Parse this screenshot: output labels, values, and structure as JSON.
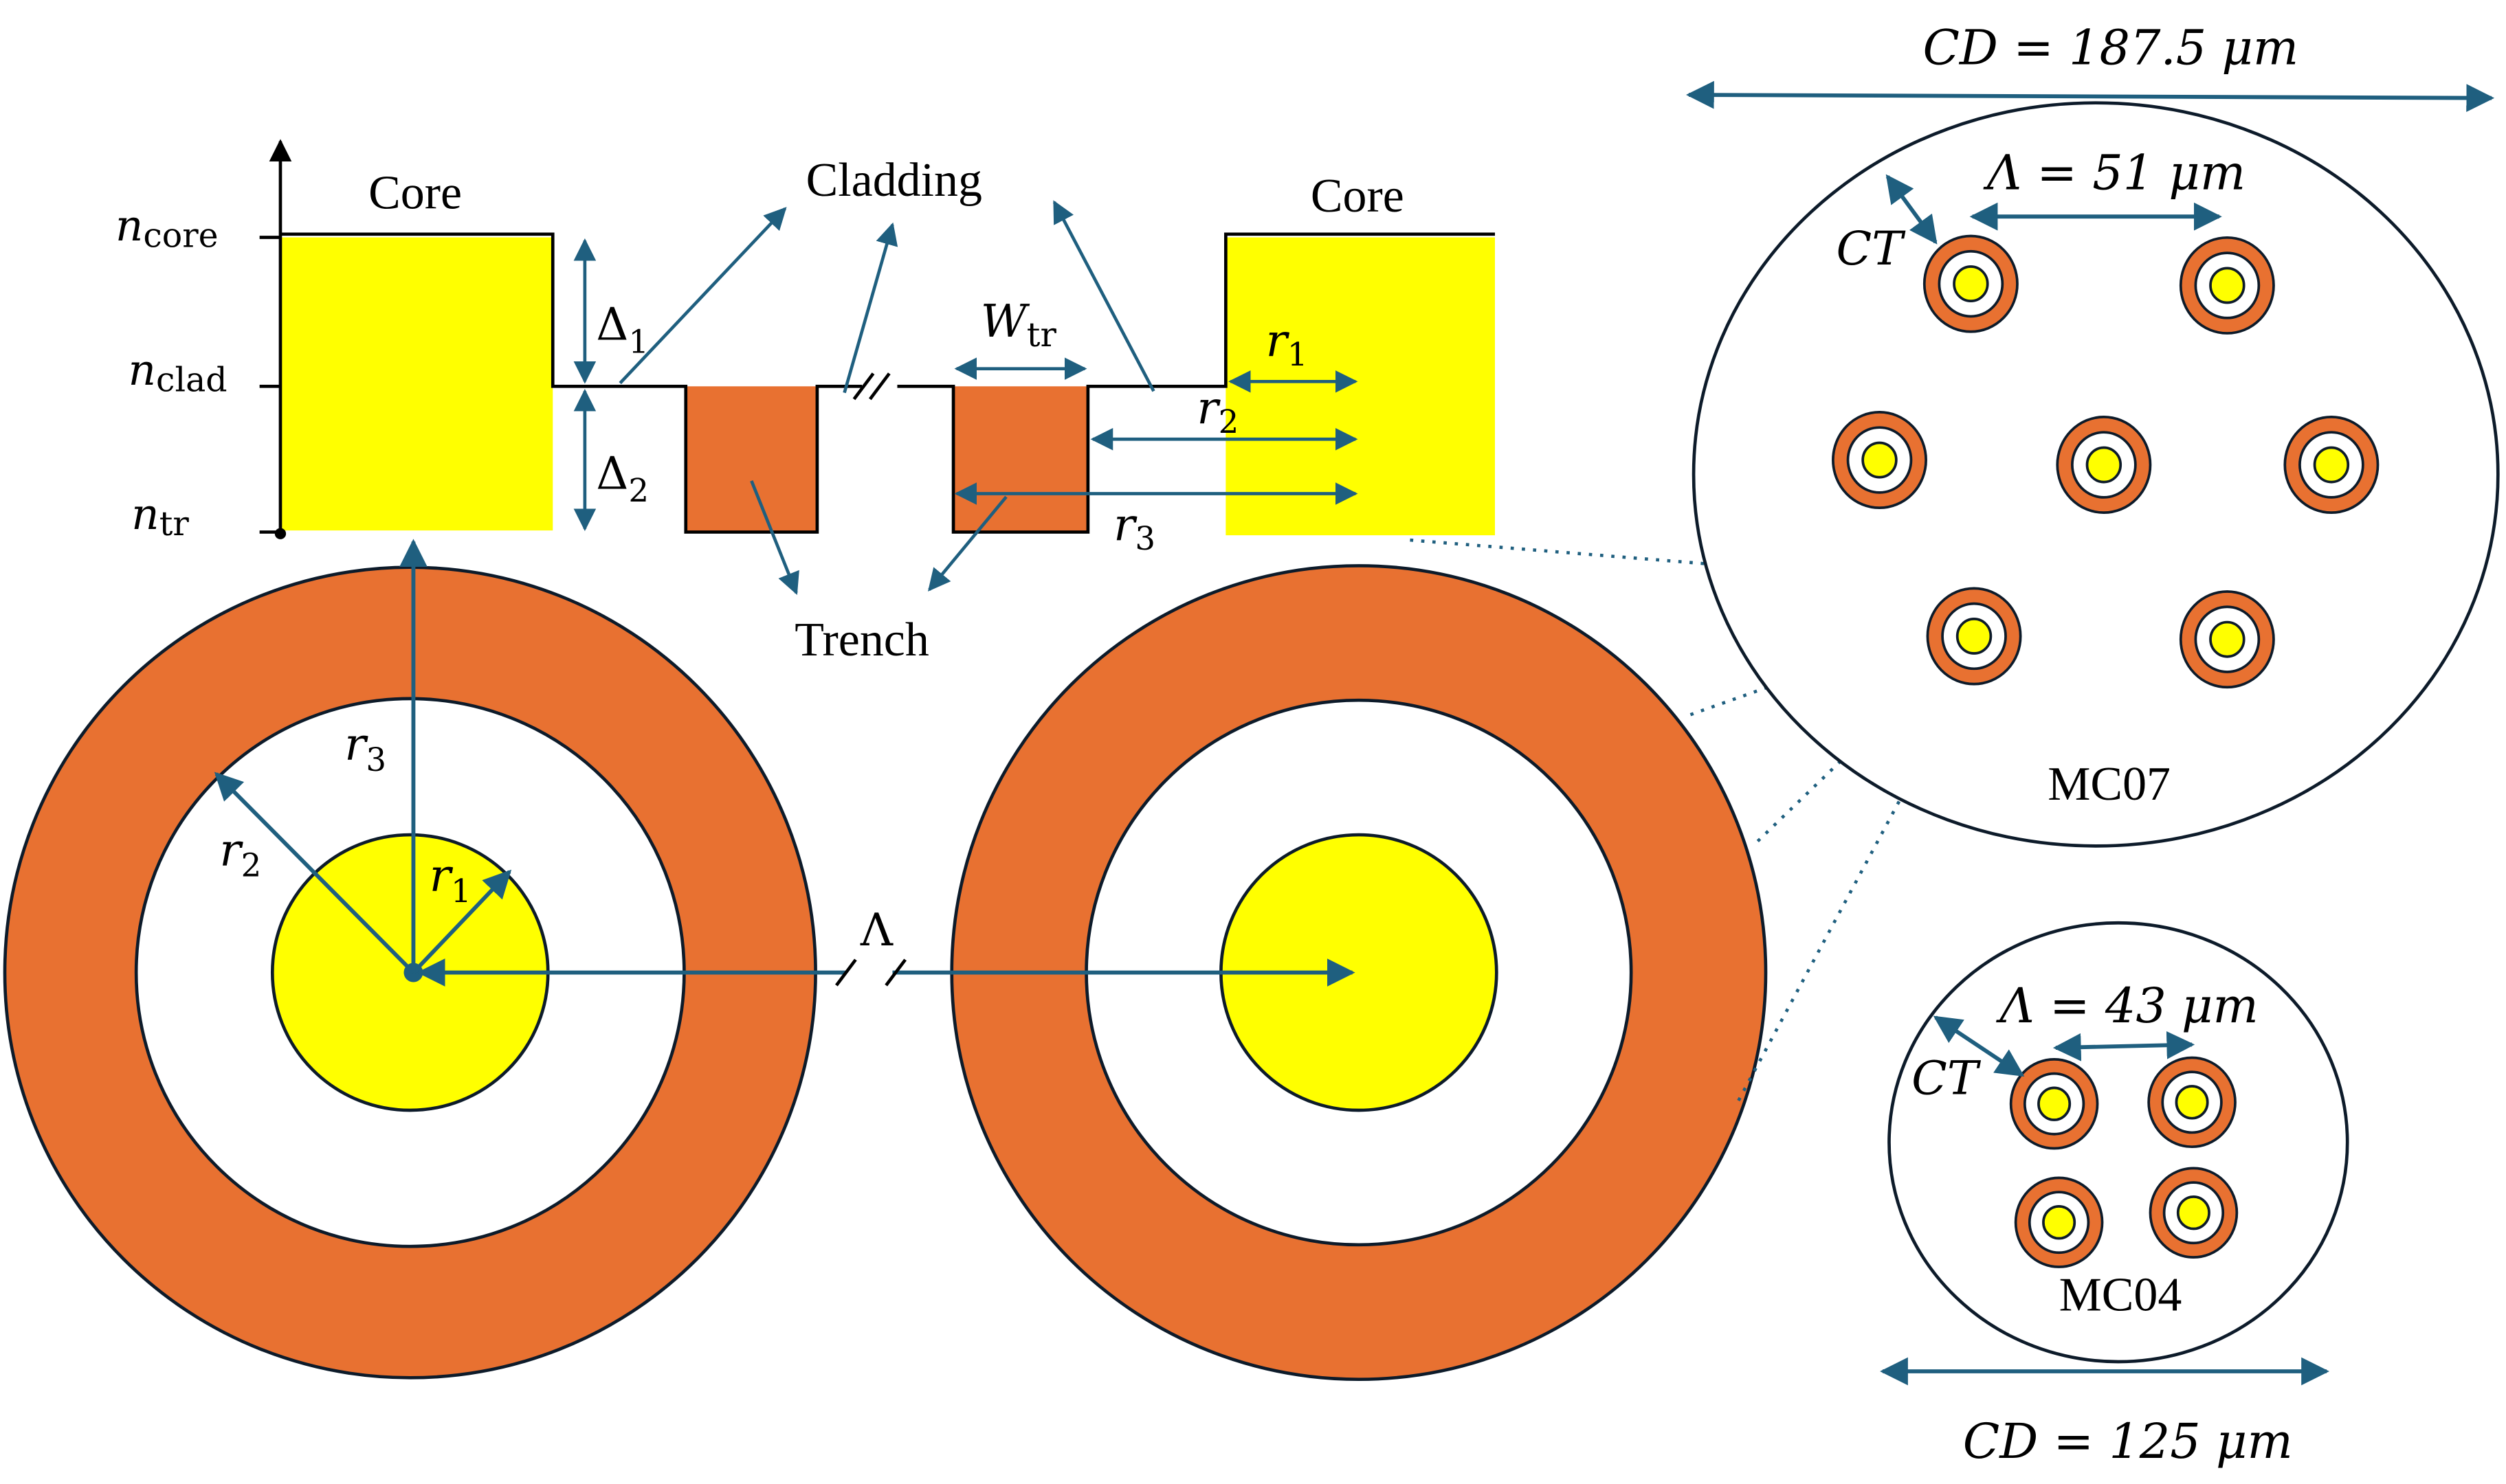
{
  "colors": {
    "core": "#ffff00",
    "trench": "#e87131",
    "arrow": "#1f5f7f",
    "outline": "#0d1b2a"
  },
  "profile": {
    "n_core": {
      "main": "n",
      "sub": "core"
    },
    "n_clad": {
      "main": "n",
      "sub": "clad"
    },
    "n_tr": {
      "main": "n",
      "sub": "tr"
    },
    "core_left_label": "Core",
    "core_right_label": "Core",
    "cladding_label": "Cladding",
    "trench_label": "Trench",
    "delta1": {
      "main": "Δ",
      "sub": "1"
    },
    "delta2": {
      "main": "Δ",
      "sub": "2"
    },
    "w_tr": {
      "main": "W",
      "sub": "tr"
    },
    "r1": {
      "main": "r",
      "sub": "1"
    },
    "r2": {
      "main": "r",
      "sub": "2"
    },
    "r3": {
      "main": "r",
      "sub": "3"
    }
  },
  "cross_section": {
    "r1": {
      "main": "r",
      "sub": "1"
    },
    "r2": {
      "main": "r",
      "sub": "2"
    },
    "r3": {
      "main": "r",
      "sub": "3"
    },
    "pitch": "Λ"
  },
  "mc07": {
    "name": "MC07",
    "cd_label": "CD = 187.5 μm",
    "pitch_label": "Λ = 51 μm",
    "ct_label": "CT"
  },
  "mc04": {
    "name": "MC04",
    "cd_label": "CD = 125 μm",
    "pitch_label": "Λ = 43 μm",
    "ct_label": "CT"
  }
}
